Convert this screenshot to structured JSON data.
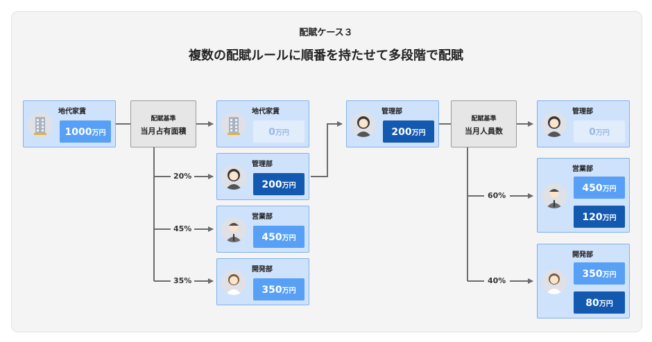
{
  "header": {
    "case_title": "配賦ケース３",
    "subtitle": "複数の配賦ルールに順番を持たせて多段階で配賦"
  },
  "stage1": {
    "source": {
      "label": "地代家賃",
      "amount": "1000",
      "unit": "万円"
    },
    "basis": {
      "caption": "配賦基準",
      "name": "当月占有面積"
    },
    "remaining": {
      "label": "地代家賃",
      "amount": "0",
      "unit": "万円"
    },
    "targets": [
      {
        "pct": "20%",
        "label": "管理部",
        "amount": "200",
        "unit": "万円"
      },
      {
        "pct": "45%",
        "label": "営業部",
        "amount": "450",
        "unit": "万円"
      },
      {
        "pct": "35%",
        "label": "開発部",
        "amount": "350",
        "unit": "万円"
      }
    ]
  },
  "stage2": {
    "source": {
      "label": "管理部",
      "amount": "200",
      "unit": "万円"
    },
    "basis": {
      "caption": "配賦基準",
      "name": "当月人員数"
    },
    "remaining": {
      "label": "管理部",
      "amount": "0",
      "unit": "万円"
    },
    "targets": [
      {
        "pct": "60%",
        "label": "営業部",
        "amount_before": "450",
        "amount_added": "120",
        "unit": "万円"
      },
      {
        "pct": "40%",
        "label": "開発部",
        "amount_before": "350",
        "amount_added": "80",
        "unit": "万円"
      }
    ]
  },
  "colors": {
    "card_bg": "#cfe2fb",
    "card_border": "#7fb0ea",
    "value_light": "#57a0f5",
    "value_dark": "#1459b0",
    "value_empty": "#e2edfc",
    "connector": "#6b6b6b"
  }
}
